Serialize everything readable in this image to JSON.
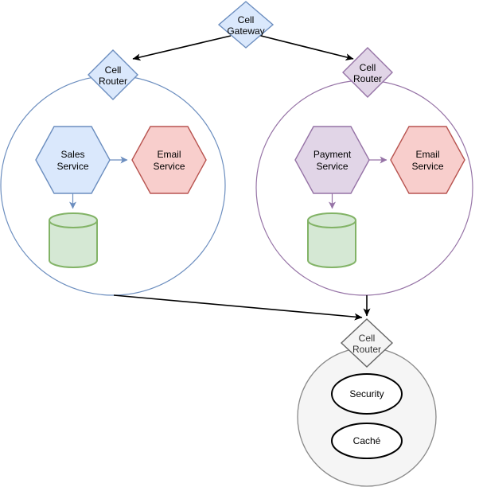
{
  "diagram": {
    "type": "cell-architecture-flowchart",
    "nodes": {
      "cell_gateway": {
        "line1": "Cell",
        "line2": "Gateway"
      },
      "cell_router_left": {
        "line1": "Cell",
        "line2": "Router"
      },
      "cell_router_right": {
        "line1": "Cell",
        "line2": "Router"
      },
      "cell_router_shared": {
        "line1": "Cell",
        "line2": "Router"
      },
      "sales_service": {
        "line1": "Sales",
        "line2": "Service"
      },
      "email_service_left": {
        "line1": "Email",
        "line2": "Service"
      },
      "payment_service": {
        "line1": "Payment",
        "line2": "Service"
      },
      "email_service_right": {
        "line1": "Email",
        "line2": "Service"
      },
      "security": {
        "label": "Security"
      },
      "cache": {
        "label": "Caché"
      }
    },
    "colors": {
      "blue_fill": "#dae8fc",
      "blue_stroke": "#6c8ebf",
      "purple_fill": "#e1d5e7",
      "purple_stroke": "#9673a6",
      "red_fill": "#f8cecc",
      "red_stroke": "#b85450",
      "green_fill": "#d5e8d4",
      "green_stroke": "#82b366",
      "gray_fill": "#f5f5f5",
      "gray_stroke": "#666666",
      "edge_black": "#000000",
      "white": "#ffffff",
      "gray_text": "#333333"
    }
  }
}
